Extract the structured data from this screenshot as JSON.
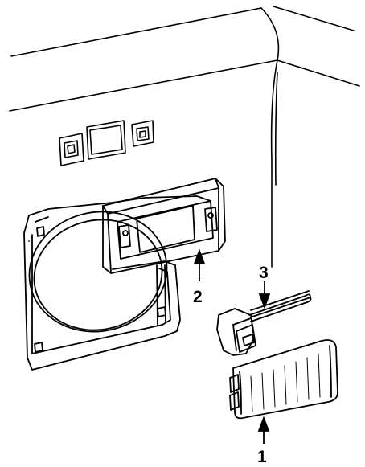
{
  "diagram": {
    "type": "exploded-parts-diagram",
    "line_color": "#000000",
    "background_color": "#ffffff",
    "callouts": [
      {
        "id": "1",
        "label": "1",
        "part": "lamp-lens-assembly"
      },
      {
        "id": "2",
        "label": "2",
        "part": "lamp-housing-bezel"
      },
      {
        "id": "3",
        "label": "3",
        "part": "bulb-socket-with-bulbs"
      }
    ]
  }
}
